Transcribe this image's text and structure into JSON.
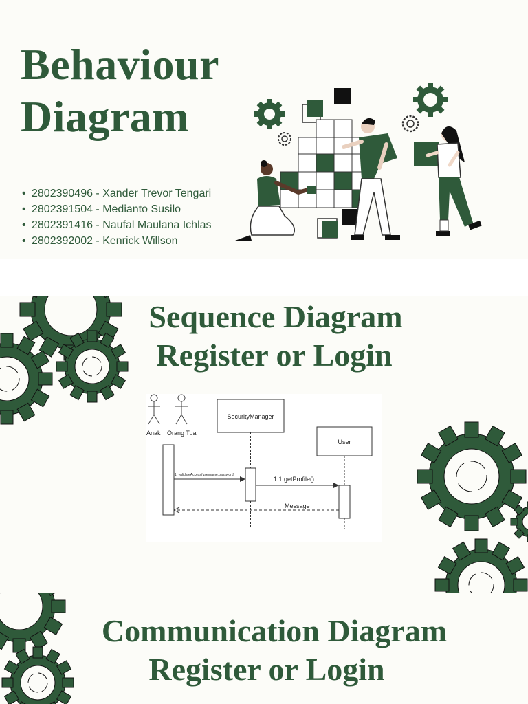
{
  "slide1": {
    "title_line1": "Behaviour",
    "title_line2": "Diagram",
    "members": [
      "2802390496 - Xander Trevor Tengari",
      "2802391504 - Medianto Susilo",
      "2802391416 - Naufal Maulana Ichlas",
      "2802392002 - Kenrick Willson"
    ],
    "illustration_icon": "people-assembling-puzzle-icon"
  },
  "slide2": {
    "title_line1": "Sequence Diagram",
    "title_line2": "Register or Login",
    "decoration_icon": "gear-icon",
    "diagram": {
      "actors": [
        "Anak",
        "Orang Tua"
      ],
      "objects": [
        "SecurityManager",
        "User"
      ],
      "messages": [
        "1: validateAccess(username,password)",
        "1.1:getProfile()",
        "Message"
      ]
    }
  },
  "slide3": {
    "title_line1": "Communication Diagram",
    "title_line2": "Register or Login"
  },
  "colors": {
    "accent": "#2f5a3a",
    "background": "#fcfcf8",
    "page_gap": "#ffffff"
  }
}
